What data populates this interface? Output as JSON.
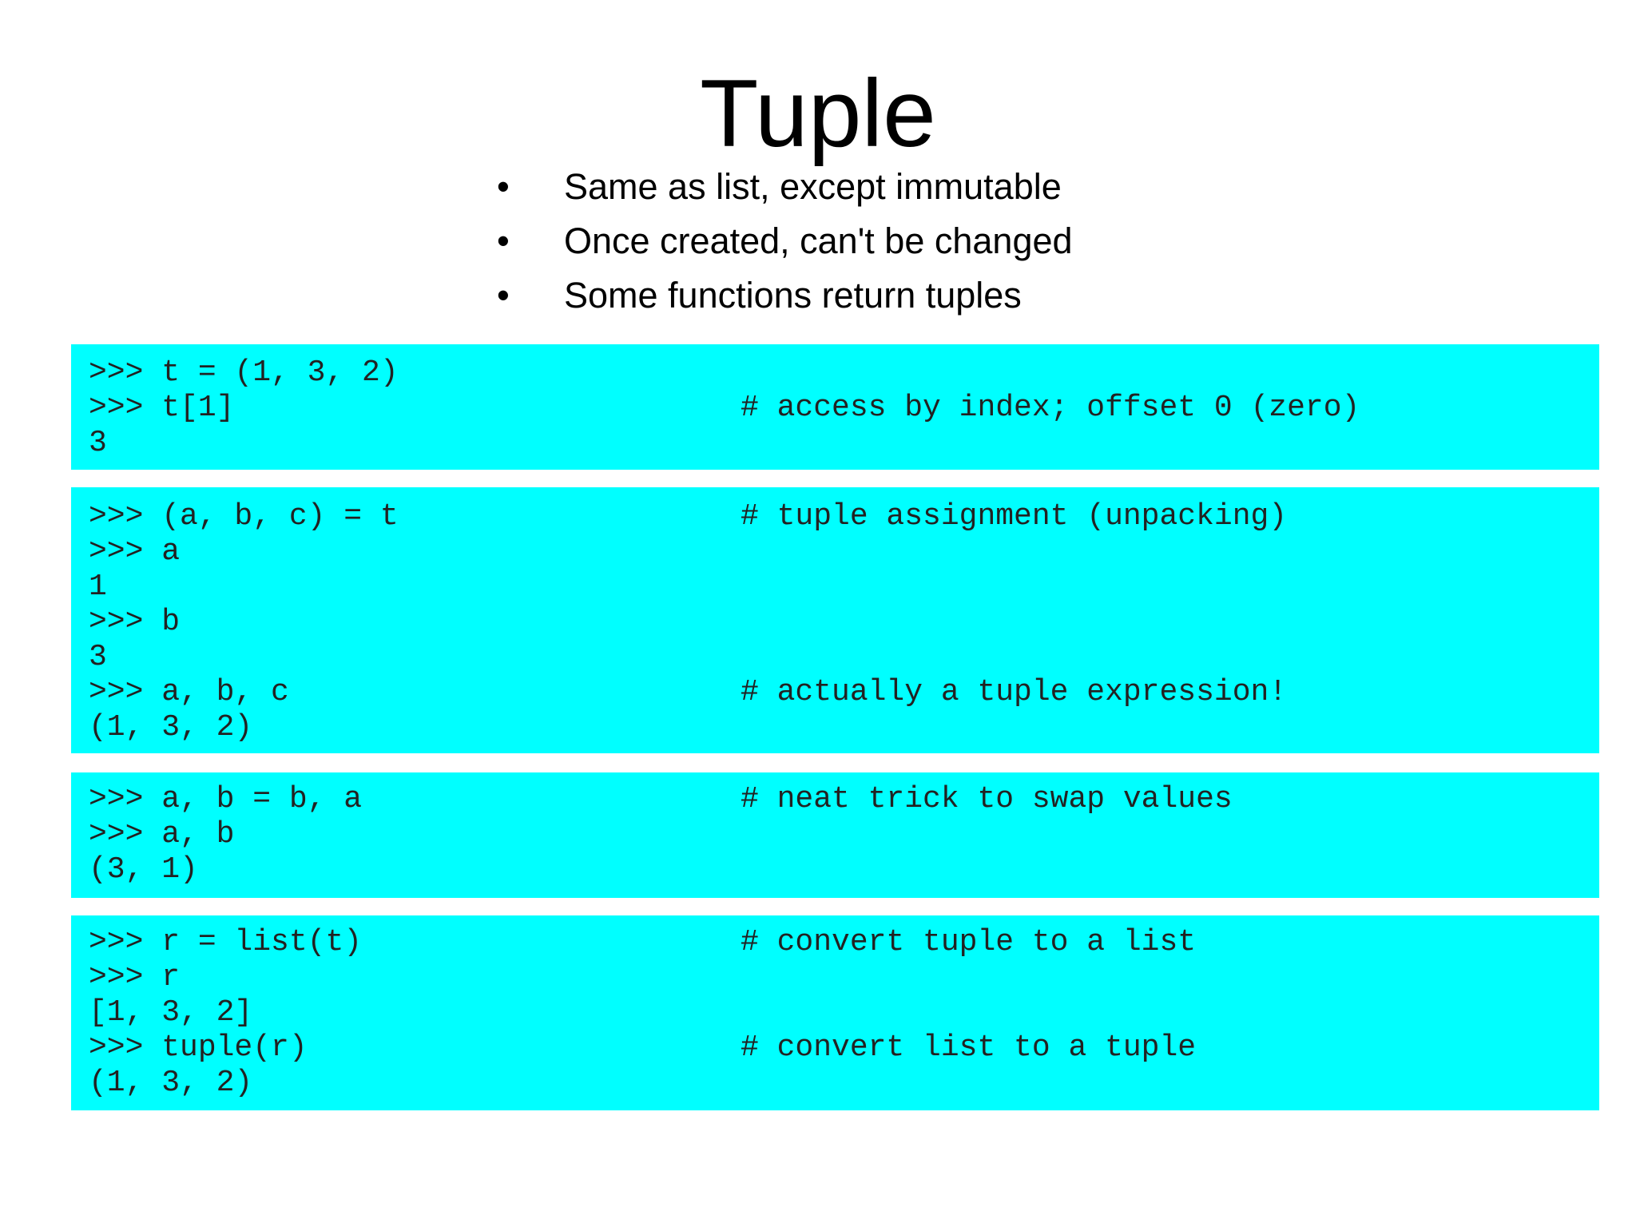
{
  "title": "Tuple",
  "bullets": [
    "Same as list, except immutable",
    "Once created, can't be changed",
    "Some functions return tuples"
  ],
  "bullet_symbol": "•",
  "code_background": "#00ffff",
  "code_blocks": [
    {
      "lines": [
        {
          "code": ">>> t = (1, 3, 2)",
          "comment": ""
        },
        {
          "code": ">>> t[1]",
          "comment": "# access by index; offset 0 (zero)"
        },
        {
          "code": "3",
          "comment": ""
        }
      ]
    },
    {
      "lines": [
        {
          "code": ">>> (a, b, c) = t",
          "comment": "# tuple assignment (unpacking)"
        },
        {
          "code": ">>> a",
          "comment": ""
        },
        {
          "code": "1",
          "comment": ""
        },
        {
          "code": ">>> b",
          "comment": ""
        },
        {
          "code": "3",
          "comment": ""
        },
        {
          "code": ">>> a, b, c",
          "comment": "# actually a tuple expression!"
        },
        {
          "code": "(1, 3, 2)",
          "comment": ""
        }
      ]
    },
    {
      "lines": [
        {
          "code": ">>> a, b = b, a",
          "comment": "# neat trick to swap values"
        },
        {
          "code": ">>> a, b",
          "comment": ""
        },
        {
          "code": "(3, 1)",
          "comment": ""
        }
      ]
    },
    {
      "lines": [
        {
          "code": ">>> r = list(t)",
          "comment": "# convert tuple to a list"
        },
        {
          "code": ">>> r",
          "comment": ""
        },
        {
          "code": "[1, 3, 2]",
          "comment": ""
        },
        {
          "code": ">>> tuple(r)",
          "comment": "# convert list to a tuple"
        },
        {
          "code": "(1, 3, 2)",
          "comment": ""
        }
      ]
    }
  ]
}
